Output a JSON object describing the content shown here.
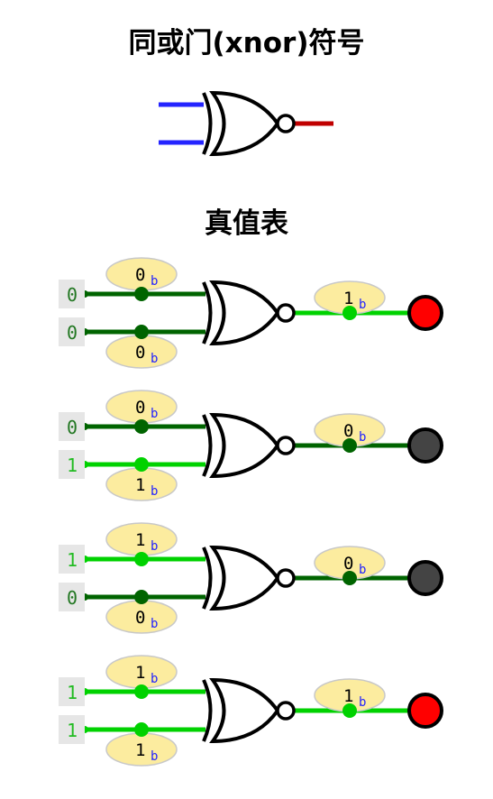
{
  "title": "同或门(xnor)符号",
  "truth_table_title": "真值表",
  "colors": {
    "symbol_input": "#2424ff",
    "symbol_output": "#c00000",
    "wire_high": "#00d200",
    "wire_low": "#006400",
    "input_text_high": "#22bb22",
    "input_text_low": "#227722",
    "led_on": "#ff0000",
    "led_off": "#444444",
    "probe_fill": "#fcec9f",
    "probe_unit": "#2222ff"
  },
  "rows": [
    {
      "a": "0",
      "b": "0",
      "probe_a": "0",
      "probe_b": "0",
      "probe_out": "1",
      "unit": "b",
      "out_on": true
    },
    {
      "a": "0",
      "b": "1",
      "probe_a": "0",
      "probe_b": "1",
      "probe_out": "0",
      "unit": "b",
      "out_on": false
    },
    {
      "a": "1",
      "b": "0",
      "probe_a": "1",
      "probe_b": "0",
      "probe_out": "0",
      "unit": "b",
      "out_on": false
    },
    {
      "a": "1",
      "b": "1",
      "probe_a": "1",
      "probe_b": "1",
      "probe_out": "1",
      "unit": "b",
      "out_on": true
    }
  ]
}
